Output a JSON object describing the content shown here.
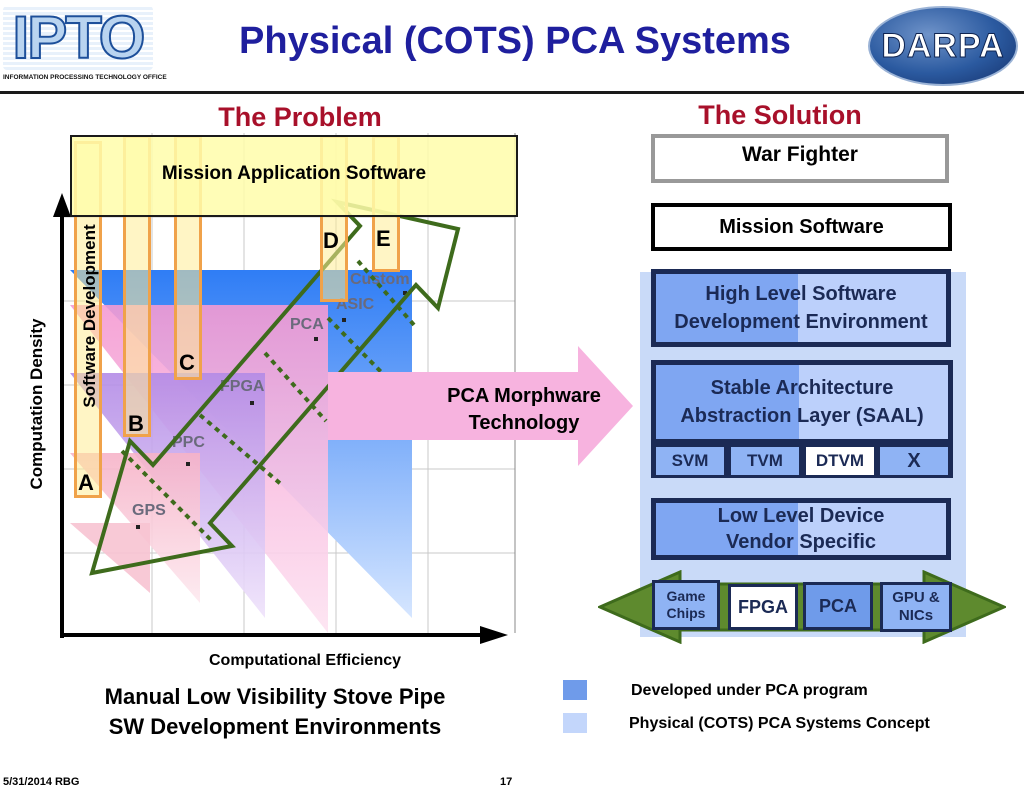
{
  "header": {
    "title": "Physical (COTS) PCA Systems",
    "logo_left_text": "IPTO",
    "logo_left_subtitle": "INFORMATION PROCESSING TECHNOLOGY OFFICE",
    "logo_right_text": "DARPA"
  },
  "problem": {
    "heading": "The Problem",
    "mission_app_label": "Mission Application Software",
    "y_axis_label": "Computation Density",
    "x_axis_label": "Computational Efficiency",
    "software_dev_label": "Software Development",
    "dev_letters": [
      "A",
      "B",
      "C",
      "D",
      "E"
    ],
    "chips": [
      "GPS",
      "PPC",
      "FPGA",
      "PCA",
      "ASIC",
      "Custom"
    ],
    "caption_line1": "Manual Low Visibility Stove Pipe",
    "caption_line2": "SW Development Environments"
  },
  "morphware": {
    "line1": "PCA Morphware",
    "line2": "Technology"
  },
  "solution": {
    "heading": "The Solution",
    "war_fighter": "War Fighter",
    "mission_software": "Mission Software",
    "high_level_line1": "High Level Software",
    "high_level_line2": "Development Environment",
    "saal_line1": "Stable Architecture",
    "saal_line2": "Abstraction Layer (SAAL)",
    "vm_items": [
      "SVM",
      "TVM",
      "DTVM",
      "X"
    ],
    "low_level_line1": "Low Level Device",
    "low_level_line2": "Vendor Specific",
    "hw_items": [
      "Game Chips",
      "FPGA",
      "PCA",
      "GPU & NICs"
    ]
  },
  "legend": {
    "items": [
      {
        "label": "Developed under PCA program",
        "color": "#6f9bea"
      },
      {
        "label": "Physical (COTS) PCA Systems Concept",
        "color": "#c3d6fb"
      }
    ]
  },
  "footer": {
    "left": "5/31/2014 RBG",
    "page": "17"
  },
  "colors": {
    "title": "#1f1f9e",
    "heading": "#a8102a",
    "layer_border": "#1b2a55",
    "arrow_green": "#3e6b1c",
    "morph_pink": "#f7b3df"
  }
}
